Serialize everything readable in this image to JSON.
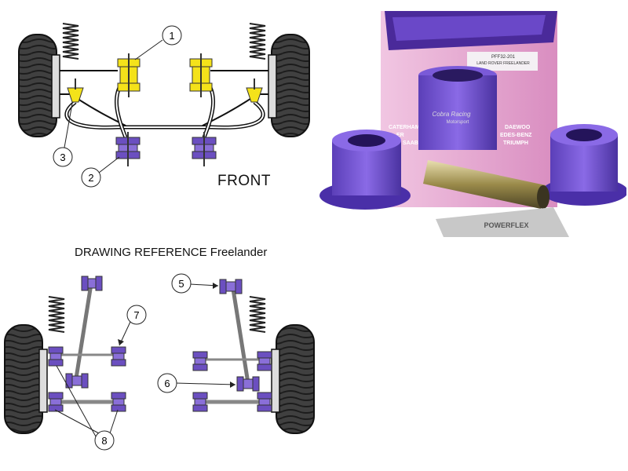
{
  "front_section": {
    "label": "FRONT",
    "callouts": [
      "1",
      "2",
      "3"
    ]
  },
  "rear_section": {
    "title": "DRAWING REFERENCE Freelander",
    "callouts": [
      "5",
      "6",
      "7",
      "8"
    ]
  },
  "product_photo": {
    "box_label_line1": "PFF32-201",
    "box_label_line2": "LAND ROVER FREELANDER",
    "brand_line1": "Cobra Racing",
    "brand_line2": "Motorsport",
    "side_text_left": [
      "CATERHAM",
      "ER",
      "SAAB"
    ],
    "side_text_right": [
      "DAEWOO",
      "EDES-BENZ",
      "TRIUMPH"
    ],
    "bag_text": "POWERFLEX"
  },
  "colors": {
    "bush_purple": "#6b4fc0",
    "bush_yellow": "#f4e21a",
    "tyre_dark": "#3a3a3a",
    "box_pink": "#e8a9d2"
  }
}
